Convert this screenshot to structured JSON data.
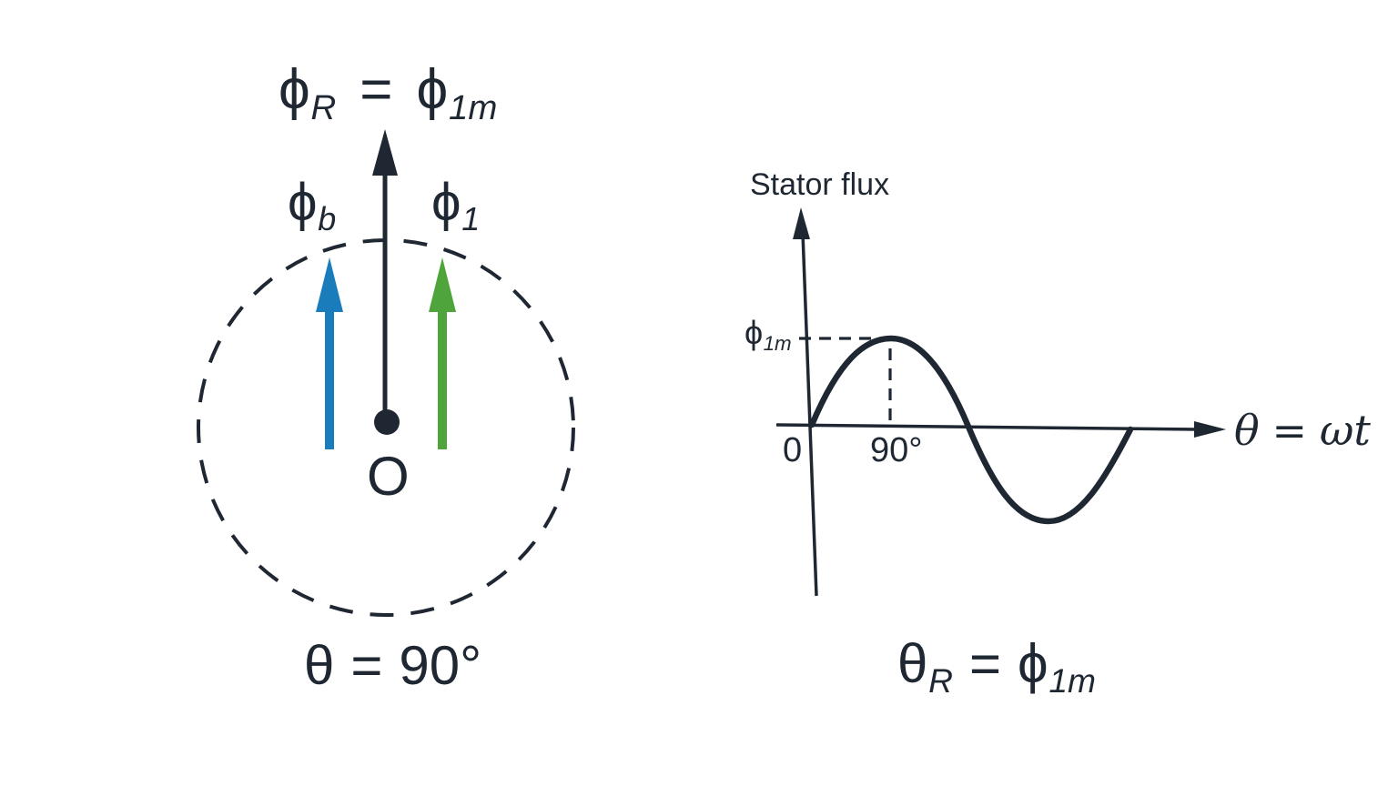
{
  "figure": {
    "description": "Resultant stator flux phasor at theta = 90 degrees with corresponding sine waveform of stator flux"
  },
  "colors": {
    "ink": "#1e2732",
    "blue": "#1a7cba",
    "green": "#4fa53c",
    "bg": "#ffffff"
  },
  "phasor_diagram": {
    "resultant_label": {
      "sym1": "ϕ",
      "sub1": "R",
      "equals": "=",
      "sym2": "ϕ",
      "sub2": "1m"
    },
    "backward_label": {
      "sym": "ϕ",
      "sub": "b"
    },
    "forward_label": {
      "sym": "ϕ",
      "sub": "1"
    },
    "origin_label": "O",
    "angle_caption": {
      "sym": "θ",
      "equals": "=",
      "value": "90°"
    },
    "arrows": [
      {
        "name": "phi-b",
        "color": "#1a7cba",
        "direction": "up"
      },
      {
        "name": "phi-R",
        "color": "#1e2732",
        "direction": "up"
      },
      {
        "name": "phi-1",
        "color": "#4fa53c",
        "direction": "up"
      }
    ]
  },
  "waveform_chart": {
    "y_axis_label": "Stator flux",
    "peak_label": {
      "sym": "ϕ",
      "sub": "1m"
    },
    "origin_tick": "0",
    "peak_tick": "90°",
    "x_axis_label": {
      "sym": "θ",
      "equals": "=",
      "value": "ωt"
    },
    "caption": {
      "sym1": "θ",
      "sub1": "R",
      "equals": "=",
      "sym2": "ϕ",
      "sub2": "1m"
    }
  },
  "chart_data": {
    "type": "line",
    "title": "",
    "xlabel": "θ = ωt",
    "ylabel": "Stator flux",
    "x_unit": "degrees",
    "x_range_degrees": [
      0,
      360
    ],
    "x_ticks": [
      "0",
      "90°"
    ],
    "y_ticks": [
      "ϕ1m"
    ],
    "grid": false,
    "legend": false,
    "series": [
      {
        "name": "stator flux ϕ = ϕ1m·sin(θ)",
        "x_degrees": [
          0,
          45,
          90,
          135,
          180,
          225,
          270,
          315,
          360
        ],
        "y_over_phi1m": [
          0,
          0.71,
          1.0,
          0.71,
          0,
          -0.71,
          -1.0,
          -0.71,
          0
        ]
      }
    ],
    "annotations": [
      {
        "text": "ϕ1m",
        "type": "dashed-guide",
        "at_degrees": 90,
        "value_over_phi1m": 1.0
      }
    ]
  }
}
